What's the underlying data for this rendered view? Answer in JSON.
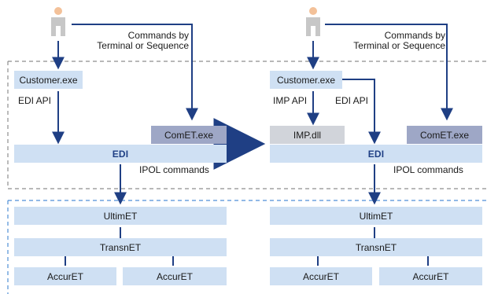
{
  "left_panel": {
    "commands_line1": "Commands by",
    "commands_line2": "Terminal or Sequence",
    "customer_exe": "Customer.exe",
    "edi_api": "EDI API",
    "comet_exe": "ComET.exe",
    "edi": "EDI",
    "ipol_commands": "IPOL commands",
    "ultimet": "UltimET",
    "transnet": "TransnET",
    "accuret_left": "AccurET",
    "accuret_right": "AccurET"
  },
  "right_panel": {
    "commands_line1": "Commands by",
    "commands_line2": "Terminal or Sequence",
    "customer_exe": "Customer.exe",
    "imp_api": "IMP API",
    "edi_api": "EDI API",
    "imp_dll": "IMP.dll",
    "comet_exe": "ComET.exe",
    "edi": "EDI",
    "ipol_commands": "IPOL commands",
    "ultimet": "UltimET",
    "transnet": "TransnET",
    "accuret_left": "AccurET",
    "accuret_right": "AccurET"
  },
  "colors": {
    "line": "#1f3f84",
    "light_box": "#cfe0f3",
    "mid_box": "#9ea7c6",
    "grey_box": "#d1d4da",
    "grey_dash": "#8e8e8e",
    "blue_dash": "#4f8fd6",
    "person": "#c7c7c7",
    "skin": "#f3c199"
  }
}
